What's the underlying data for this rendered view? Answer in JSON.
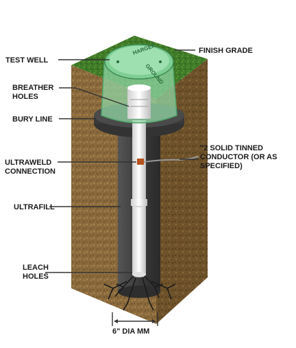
{
  "labels": {
    "test_well": "TEST WELL",
    "finish_grade": "FINISH GRADE",
    "breather_holes_1": "BREATHER",
    "breather_holes_2": "HOLES",
    "bury_line": "BURY LINE",
    "conductor_1": "\"2 SOLID TINNED",
    "conductor_2": "CONDUCTOR (OR AS",
    "conductor_3": "SPECIFIED)",
    "ultraweld_1": "ULTRAWELD",
    "ultraweld_2": "CONNECTION",
    "ultrafill": "ULTRAFILL",
    "leach_holes_1": "LEACH",
    "leach_holes_2": "HOLES",
    "diameter": "6\" DIA MM"
  },
  "lid": {
    "text_top": "HARGER",
    "text_bottom": "GROUND"
  },
  "colors": {
    "grass": "#3f7a28",
    "soil": "#8a6a3c",
    "well_green": "#8fd6a4",
    "ultrafill": "#3d3d3d",
    "pipe": "#f2f2f2",
    "conductor_weld": "#b5521e"
  }
}
